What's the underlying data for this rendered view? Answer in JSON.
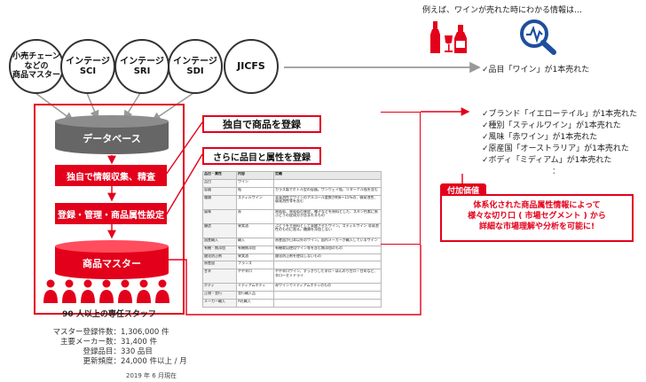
{
  "sources": [
    {
      "label": "小売チェーン\nなどの\n商品マスター"
    },
    {
      "label": "インテージ\nSCI"
    },
    {
      "label": "インテージ\nSRI"
    },
    {
      "label": "インテージ\nSDI"
    },
    {
      "label": "JICFS"
    }
  ],
  "pipeline": {
    "database": "データベース",
    "step1": "独自で情報収集、精査",
    "step2": "登録・管理・商品属性設定",
    "master": "商品マスター",
    "staff": "90 人以上の専任スタッフ"
  },
  "callouts": {
    "register": "独自で商品を登録",
    "attributes": "さらに品目と属性を登録"
  },
  "attribute_table": {
    "headers": [
      "品目・属性",
      "内容",
      "定義"
    ],
    "rows": [
      [
        "品目",
        "ワイン",
        ""
      ],
      [
        "容器",
        "瓶",
        "ガラス製でボトル型の容器。ワンウェイ瓶、リターナル瓶を含む"
      ],
      [
        "種類",
        "スティルワイン",
        "非発泡性でワインのアルコール度数が約8～15%の、微発泡性、弱発泡性等を含む"
      ],
      [
        "風味",
        "赤",
        "黒葡萄、黒葡萄の果皮、種子などを原料とした、スキン色素に黒ぶどうの皮成分が含まれるもの"
      ],
      [
        "醸造",
        "果実酒",
        "ぶどうを主原料として発酵させたワイン。スティルワイン 非発泡性のものに限る。糖類を添加しない"
      ],
      [
        "国産輸入",
        "輸入",
        "原産国が日本以外のワイン。国内メーカーが輸入しているワイン"
      ],
      [
        "有機・無添加",
        "有機無添加",
        "有機栽培使用ワイン等を含む無添加のもの"
      ],
      [
        "酸化防止剤",
        "果実酒",
        "酸化防止剤を使用しないもの"
      ],
      [
        "原産国",
        "フランス",
        ""
      ],
      [
        "甘辛",
        "やや辛口",
        "やや辛口ワイン、すっきりした辛口・ほんのり甘口・甘めなど、辛口～セミドライ"
      ],
      [
        "ボディ",
        "ミディアムボディ",
        "赤ワインでミディアムボディのもの"
      ],
      [
        "正規・並行",
        "並行輸入品",
        ""
      ],
      [
        "メーカー輸入",
        "A社輸入",
        ""
      ]
    ]
  },
  "example": {
    "title": "例えば、ワインが売れた時にわかる情報は…",
    "basic": "✓品目「ワイン」が1本売れた",
    "details": [
      "✓ブランド「イエローテイル」が1本売れた",
      "✓種別「スティルワイン」が1本売れた",
      "✓風味「赤ワイン」が1本売れた",
      "✓原産国「オーストラリア」が1本売れた",
      "✓ボディ「ミディアム」が1本売れた"
    ],
    "ellipsis": "："
  },
  "added_value": {
    "tag": "付加価値",
    "text": "体系化された商品属性情報によって\n様々な切り口 ( 市場セグメント ) から\n詳細な市場理解や分析を可能に!"
  },
  "stats": [
    {
      "k": "マスター登録件数：",
      "v": "1,306,000 件"
    },
    {
      "k": "主要メーカー数：",
      "v": "31,400 件"
    },
    {
      "k": "登録品目：",
      "v": "330 品目"
    },
    {
      "k": "更新頻度：",
      "v": "24,000 件以上 / 月"
    }
  ],
  "date_note": "2019 年 6 月現在",
  "colors": {
    "accent": "#e3001b",
    "db": "#666666",
    "icon_blue": "#1f4e9e"
  },
  "icons": [
    "wine-bottle-icon",
    "analysis-magnifier-icon",
    "person-icon"
  ]
}
